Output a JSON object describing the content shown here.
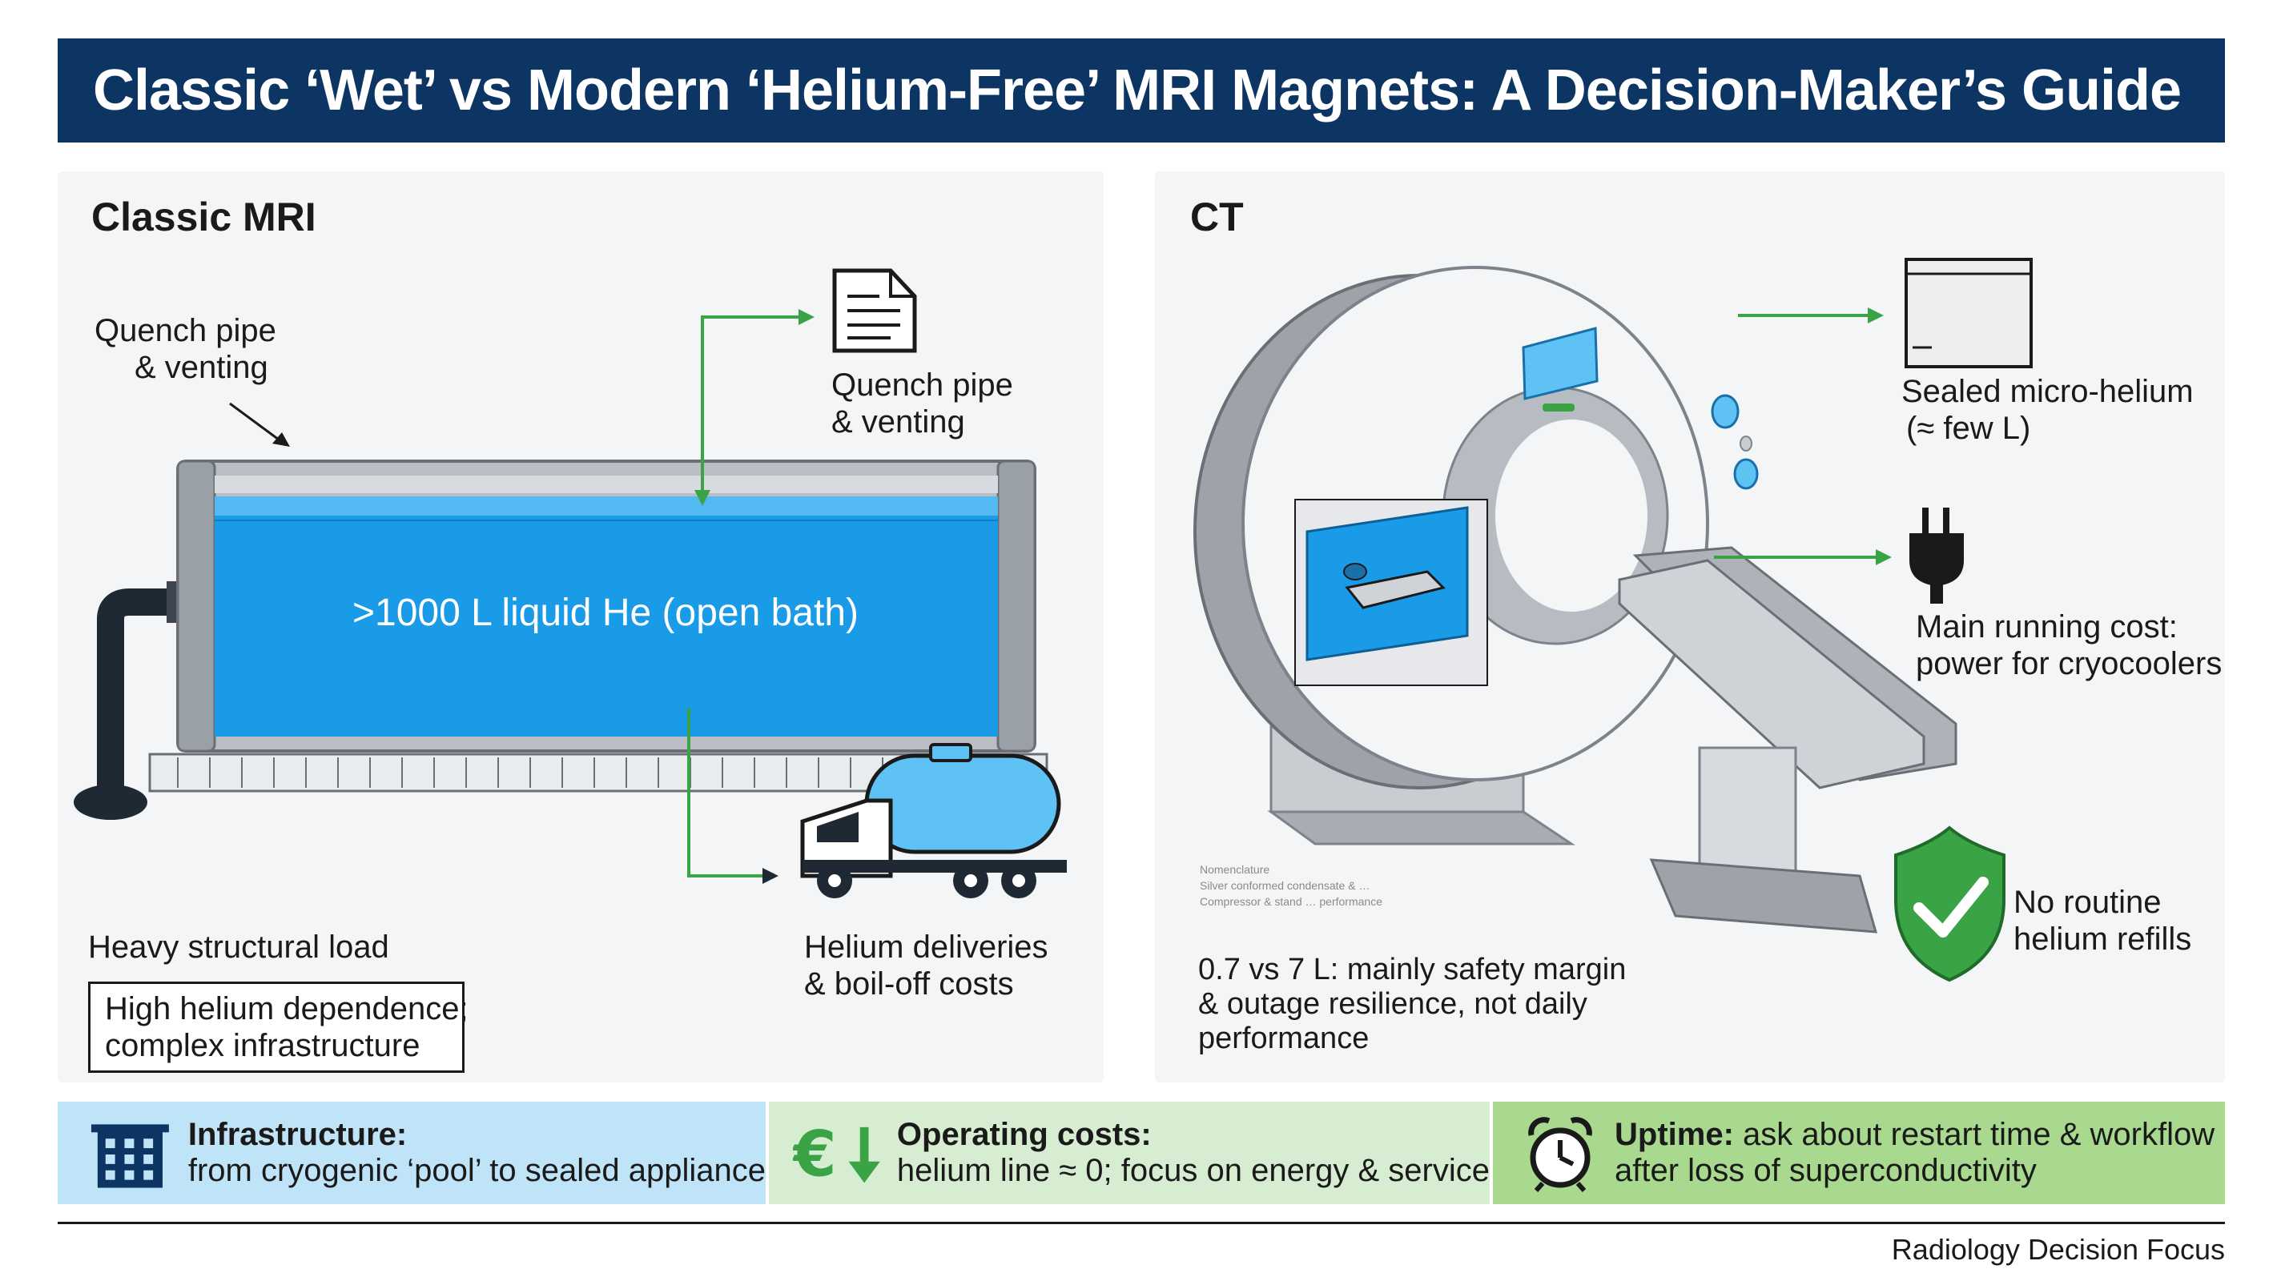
{
  "title": "Classic ‘Wet’ vs Modern ‘Helium-Free’ MRI Magnets: A Decision-Maker’s Guide",
  "left_panel": {
    "heading": "Classic MRI",
    "quench_label_left": [
      "Quench pipe",
      "& venting"
    ],
    "quench_label_right": [
      "Quench pipe",
      "& venting"
    ],
    "pool_label": ">1000 L liquid He (open bath)",
    "structural_load": "Heavy structural load",
    "dependence_box": [
      "High helium dependence;",
      "complex infrastructure"
    ],
    "deliveries": [
      "Helium deliveries",
      "& boil-off costs"
    ]
  },
  "right_panel": {
    "heading": "CT",
    "sealed": [
      "Sealed micro-helium",
      "(≈ few L)"
    ],
    "running_cost": [
      "Main running cost:",
      "power for cryocoolers"
    ],
    "no_refills": [
      "No routine",
      "helium refills"
    ],
    "safety_margin": [
      "0.7 vs 7 L: mainly safety margin",
      "& outage resilience, not daily",
      "performance"
    ],
    "small_note": [
      "Nomenclature",
      "Silver conformed condensate & …",
      "Compressor & stand … performance"
    ]
  },
  "strips": [
    {
      "title": "Infrastructure:",
      "text": "from cryogenic ‘pool’ to sealed appliance",
      "icon": "building-icon",
      "color": "#bfe3f7"
    },
    {
      "title": "Operating costs:",
      "text": "helium line ≈ 0; focus on energy & service",
      "icon": "euro-down-icon",
      "color": "#d7edd2"
    },
    {
      "title": "Uptime:",
      "text": "ask about restart time & workflow",
      "text2": "after loss of superconductivity",
      "icon": "alarm-clock-icon",
      "color": "#a9d98e"
    }
  ],
  "footer": "Radiology Decision Focus",
  "colors": {
    "navy": "#0c3563",
    "blue": "#1a9be8",
    "green": "#3aa346"
  }
}
